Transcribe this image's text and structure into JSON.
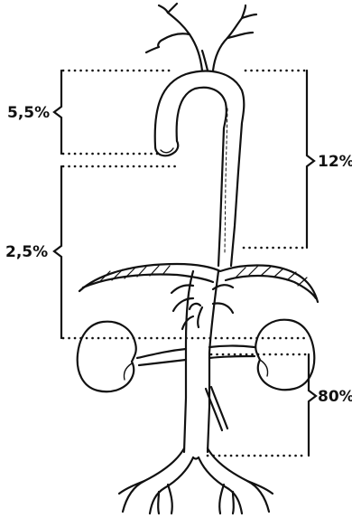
{
  "colors": {
    "ink": "#111111",
    "paper": "#ffffff"
  },
  "labels": {
    "upper_left": "5,5%",
    "middle_left": "2,5%",
    "right_upper": "12%",
    "right_lower": "80%"
  }
}
